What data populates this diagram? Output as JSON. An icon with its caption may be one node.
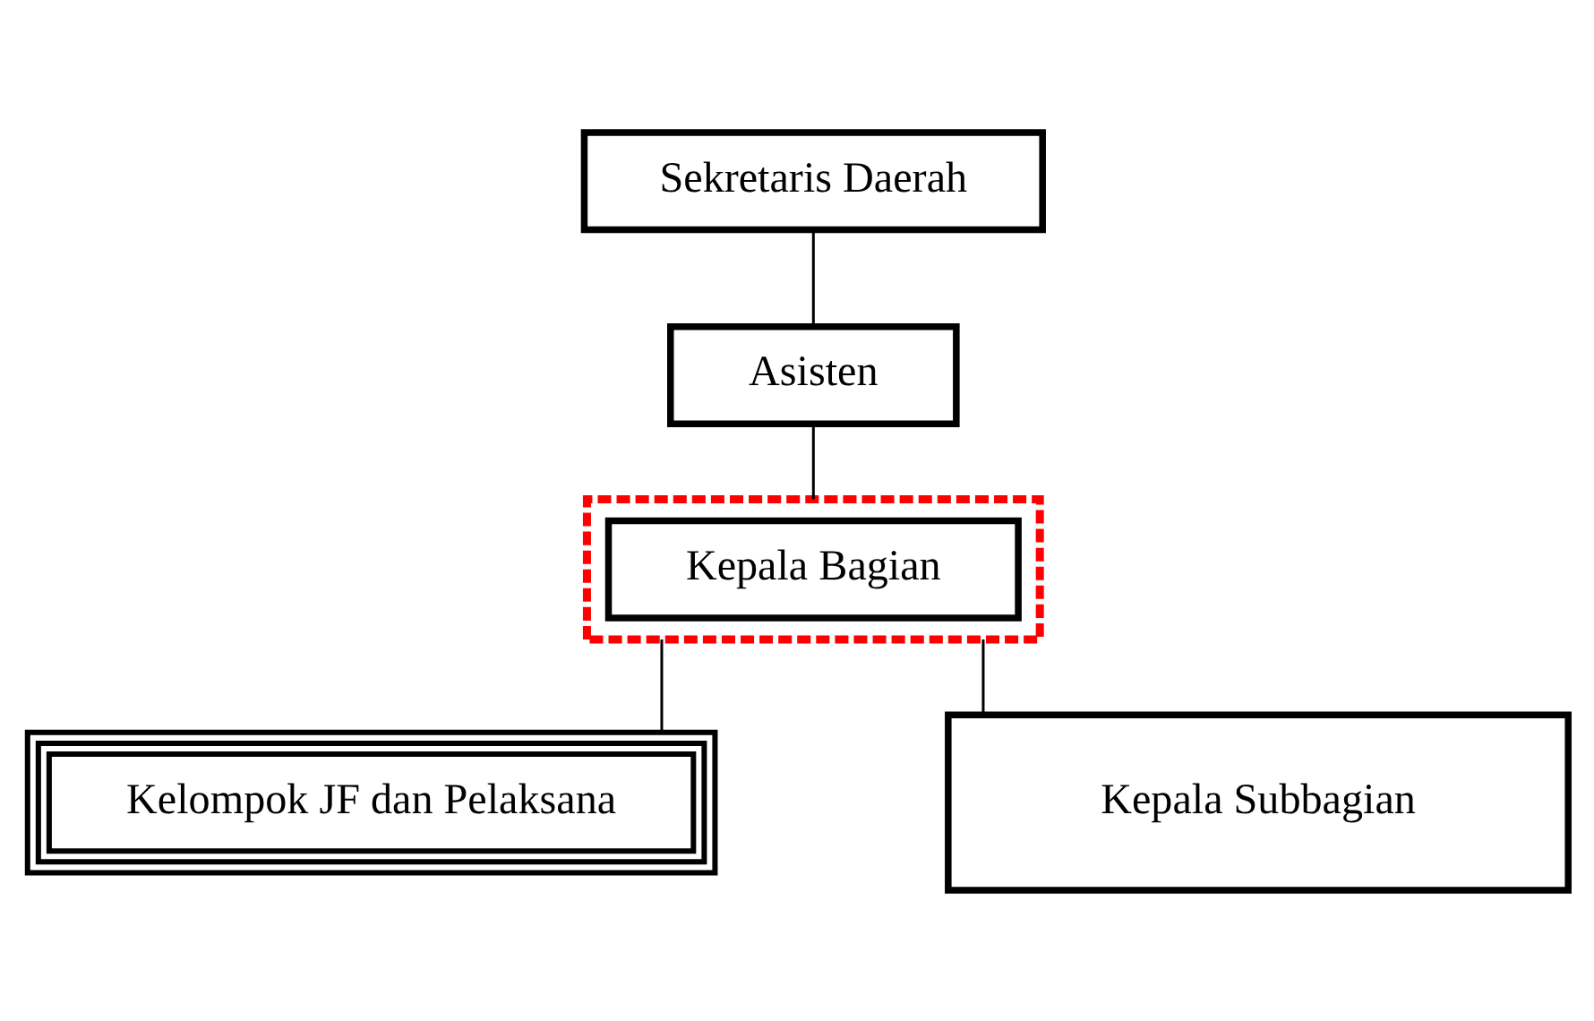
{
  "diagram": {
    "nodes": [
      {
        "text": [
          "Sekretaris Daerah"
        ]
      },
      {
        "text": [
          "Asisten"
        ]
      },
      {
        "text": [],
        "shape": "box"
      },
      {
        "text": [
          "Kepala Bagian"
        ],
        "in": 2
      },
      {
        "text": [
          "Kelompok JF dan Pelaksana"
        ]
      },
      {
        "text": [
          "Kepala Subbagian"
        ]
      }
    ],
    "edges": [
      {
        "from": 0,
        "to": 1,
        "arrow": "none"
      },
      {
        "from": 1,
        "to": 2,
        "arrow": "none"
      },
      {
        "from": 2,
        "to": 4,
        "arrow": "none"
      },
      {
        "from": 2,
        "to": 5,
        "arrow": "none"
      }
    ]
  }
}
